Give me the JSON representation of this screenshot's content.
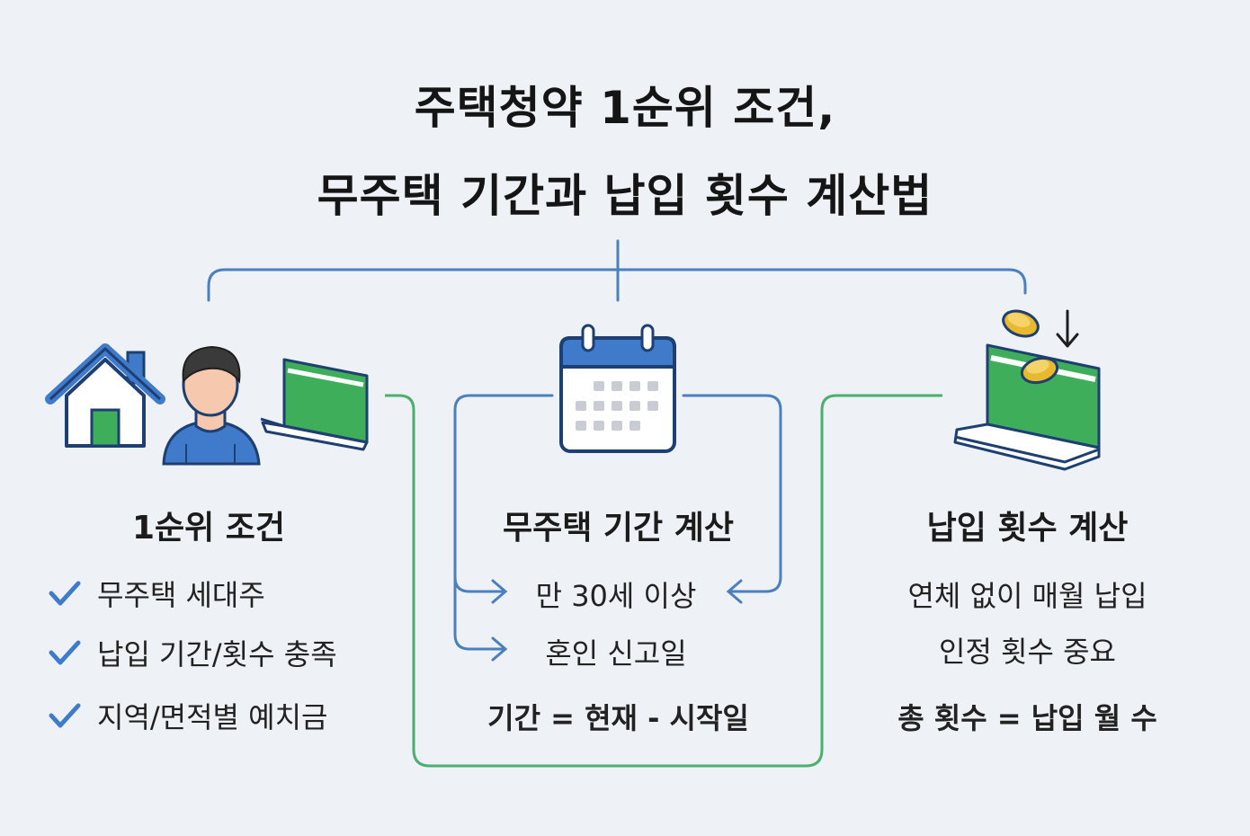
{
  "title": {
    "line1": "주택청약 1순위 조건,",
    "line2": "무주택 기간과 납입 횟수 계산법"
  },
  "columns": {
    "left": {
      "heading": "1순위 조건",
      "items": [
        "무주택 세대주",
        "납입 기간/횟수 충족",
        "지역/면적별 예치금"
      ]
    },
    "middle": {
      "heading": "무주택 기간 계산",
      "items": [
        "만 30세 이상",
        "혼인 신고일"
      ],
      "formula": "기간 = 현재 - 시작일"
    },
    "right": {
      "heading": "납입 횟수 계산",
      "items": [
        "연체 없이 매월 납입",
        "인정 횟수 중요"
      ],
      "formula": "총 횟수 = 납입 월 수"
    }
  },
  "colors": {
    "blue": "#4a7fc0",
    "green": "#4caf6e",
    "card_green": "#3fae5a",
    "icon_blue": "#3f7acb",
    "coin": "#e8b92c"
  },
  "icons": [
    "house-icon",
    "person-icon",
    "bankbook-icon",
    "calendar-icon",
    "coin-icon",
    "arrow-down-icon",
    "check-icon"
  ]
}
